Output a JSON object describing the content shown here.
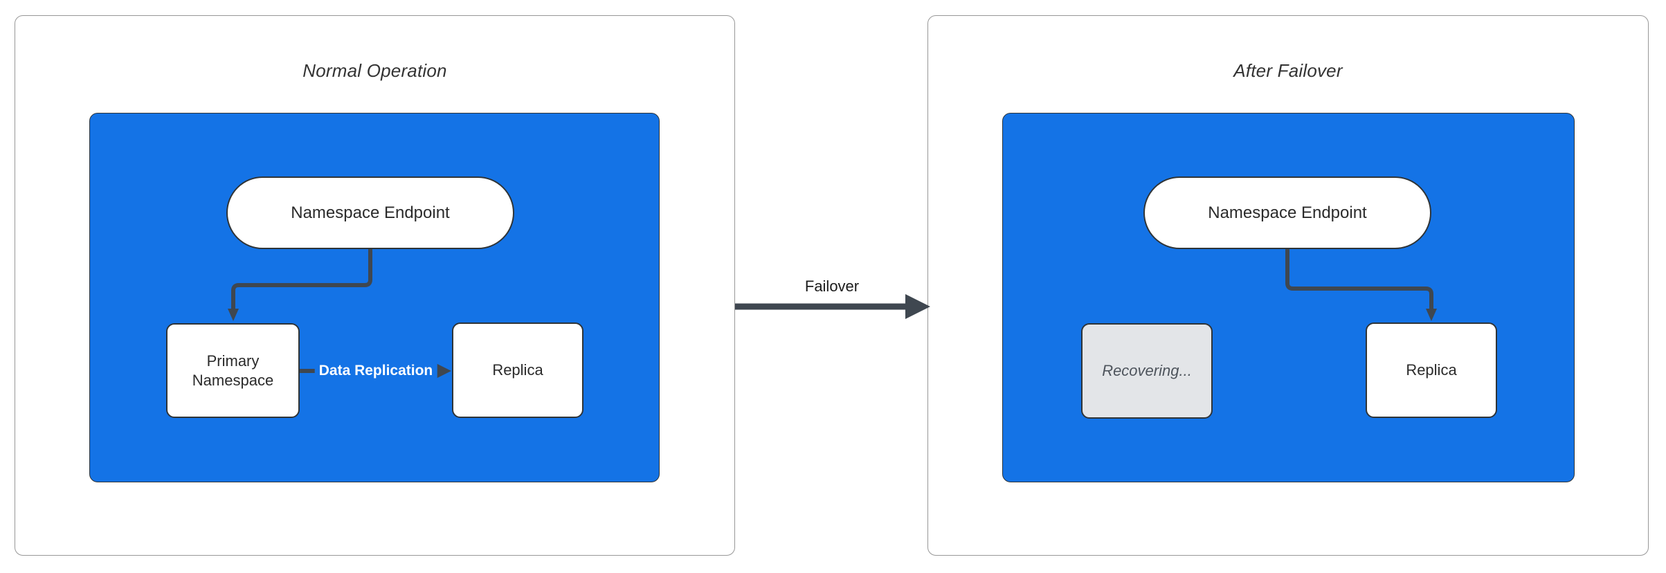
{
  "diagram": {
    "left_panel": {
      "title": "Normal Operation",
      "endpoint_node": "Namespace Endpoint",
      "primary_node": "Primary Namespace",
      "replica_node": "Replica",
      "replication_edge_label": "Data Replication"
    },
    "transition": {
      "failover_edge_label": "Failover"
    },
    "right_panel": {
      "title": "After Failover",
      "endpoint_node": "Namespace Endpoint",
      "recovering_node": "Recovering...",
      "replica_node": "Replica"
    },
    "colors": {
      "cluster_fill": "#1473E6",
      "arrow": "#3F4750",
      "node_fill": "#FFFFFF",
      "node_border": "#2F3437",
      "panel_border": "#979797",
      "recovering_fill": "#E3E5E8",
      "recovering_text": "#4E545C",
      "title_text": "#333333",
      "edge_label_on_blue": "#FFFFFF"
    }
  }
}
